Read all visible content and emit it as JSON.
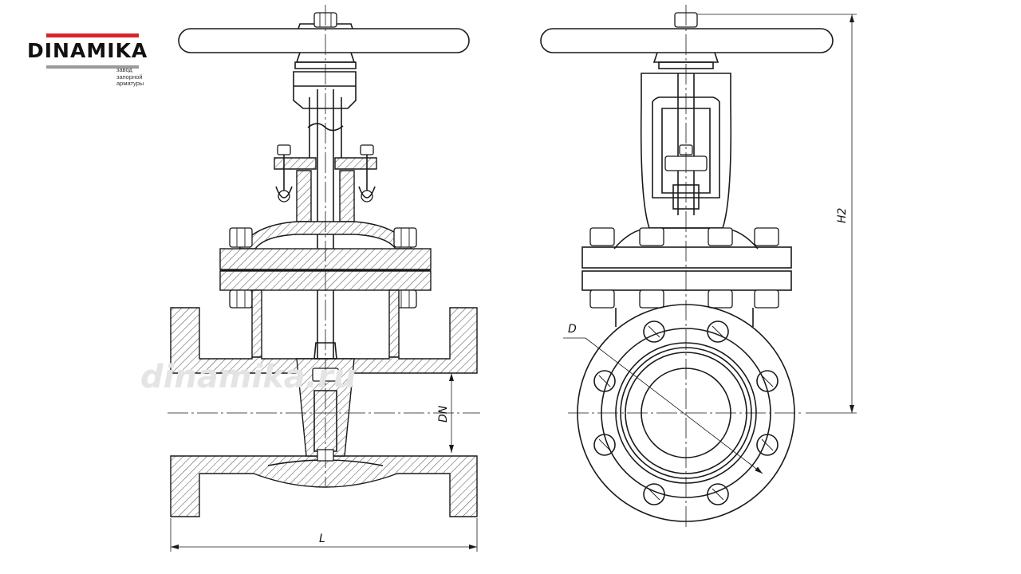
{
  "logo": {
    "word": "DINAMIKA",
    "sub": [
      "завод",
      "запорной",
      "арматуры"
    ],
    "colors": {
      "red": "#d8232a",
      "gray": "#9a9a9a"
    }
  },
  "watermark": "dinamika.ru",
  "dimensions": {
    "length": "L",
    "nominal_diameter": "DN",
    "flange_diameter": "D",
    "height": "H2"
  }
}
